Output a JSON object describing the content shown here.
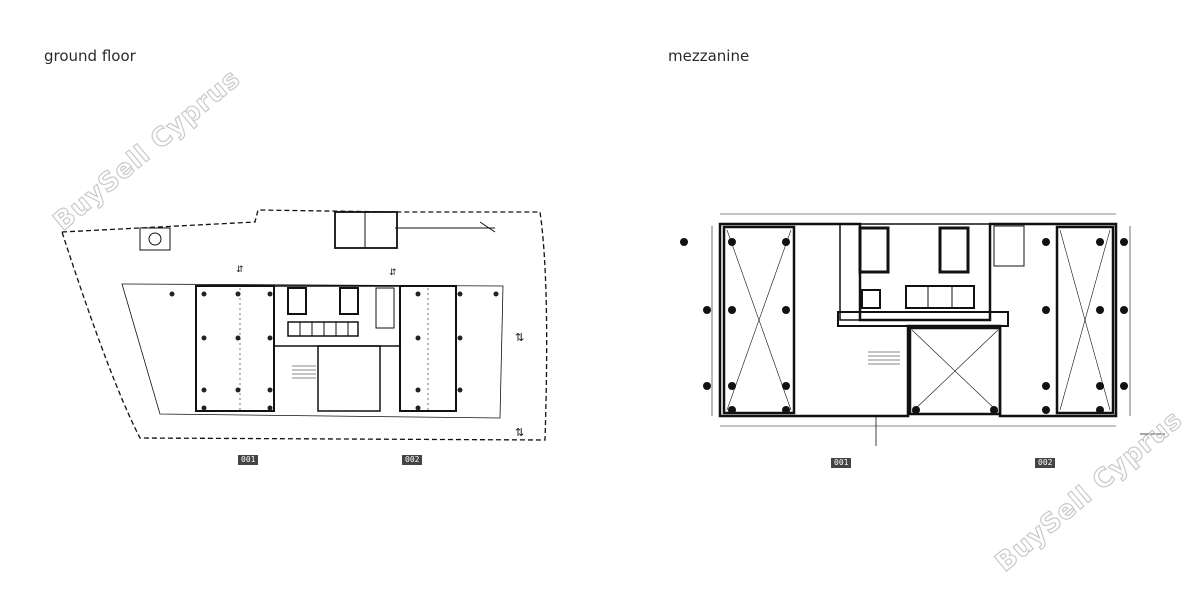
{
  "plans": [
    {
      "title": "ground floor",
      "units": [
        "001",
        "002"
      ]
    },
    {
      "title": "mezzanine",
      "units": [
        "001",
        "002"
      ]
    }
  ],
  "watermark": "BuySell Cyprus",
  "colors": {
    "line": "#111111",
    "column": "#222222",
    "tag_bg": "#444444",
    "watermark": "#c9c9c9"
  }
}
